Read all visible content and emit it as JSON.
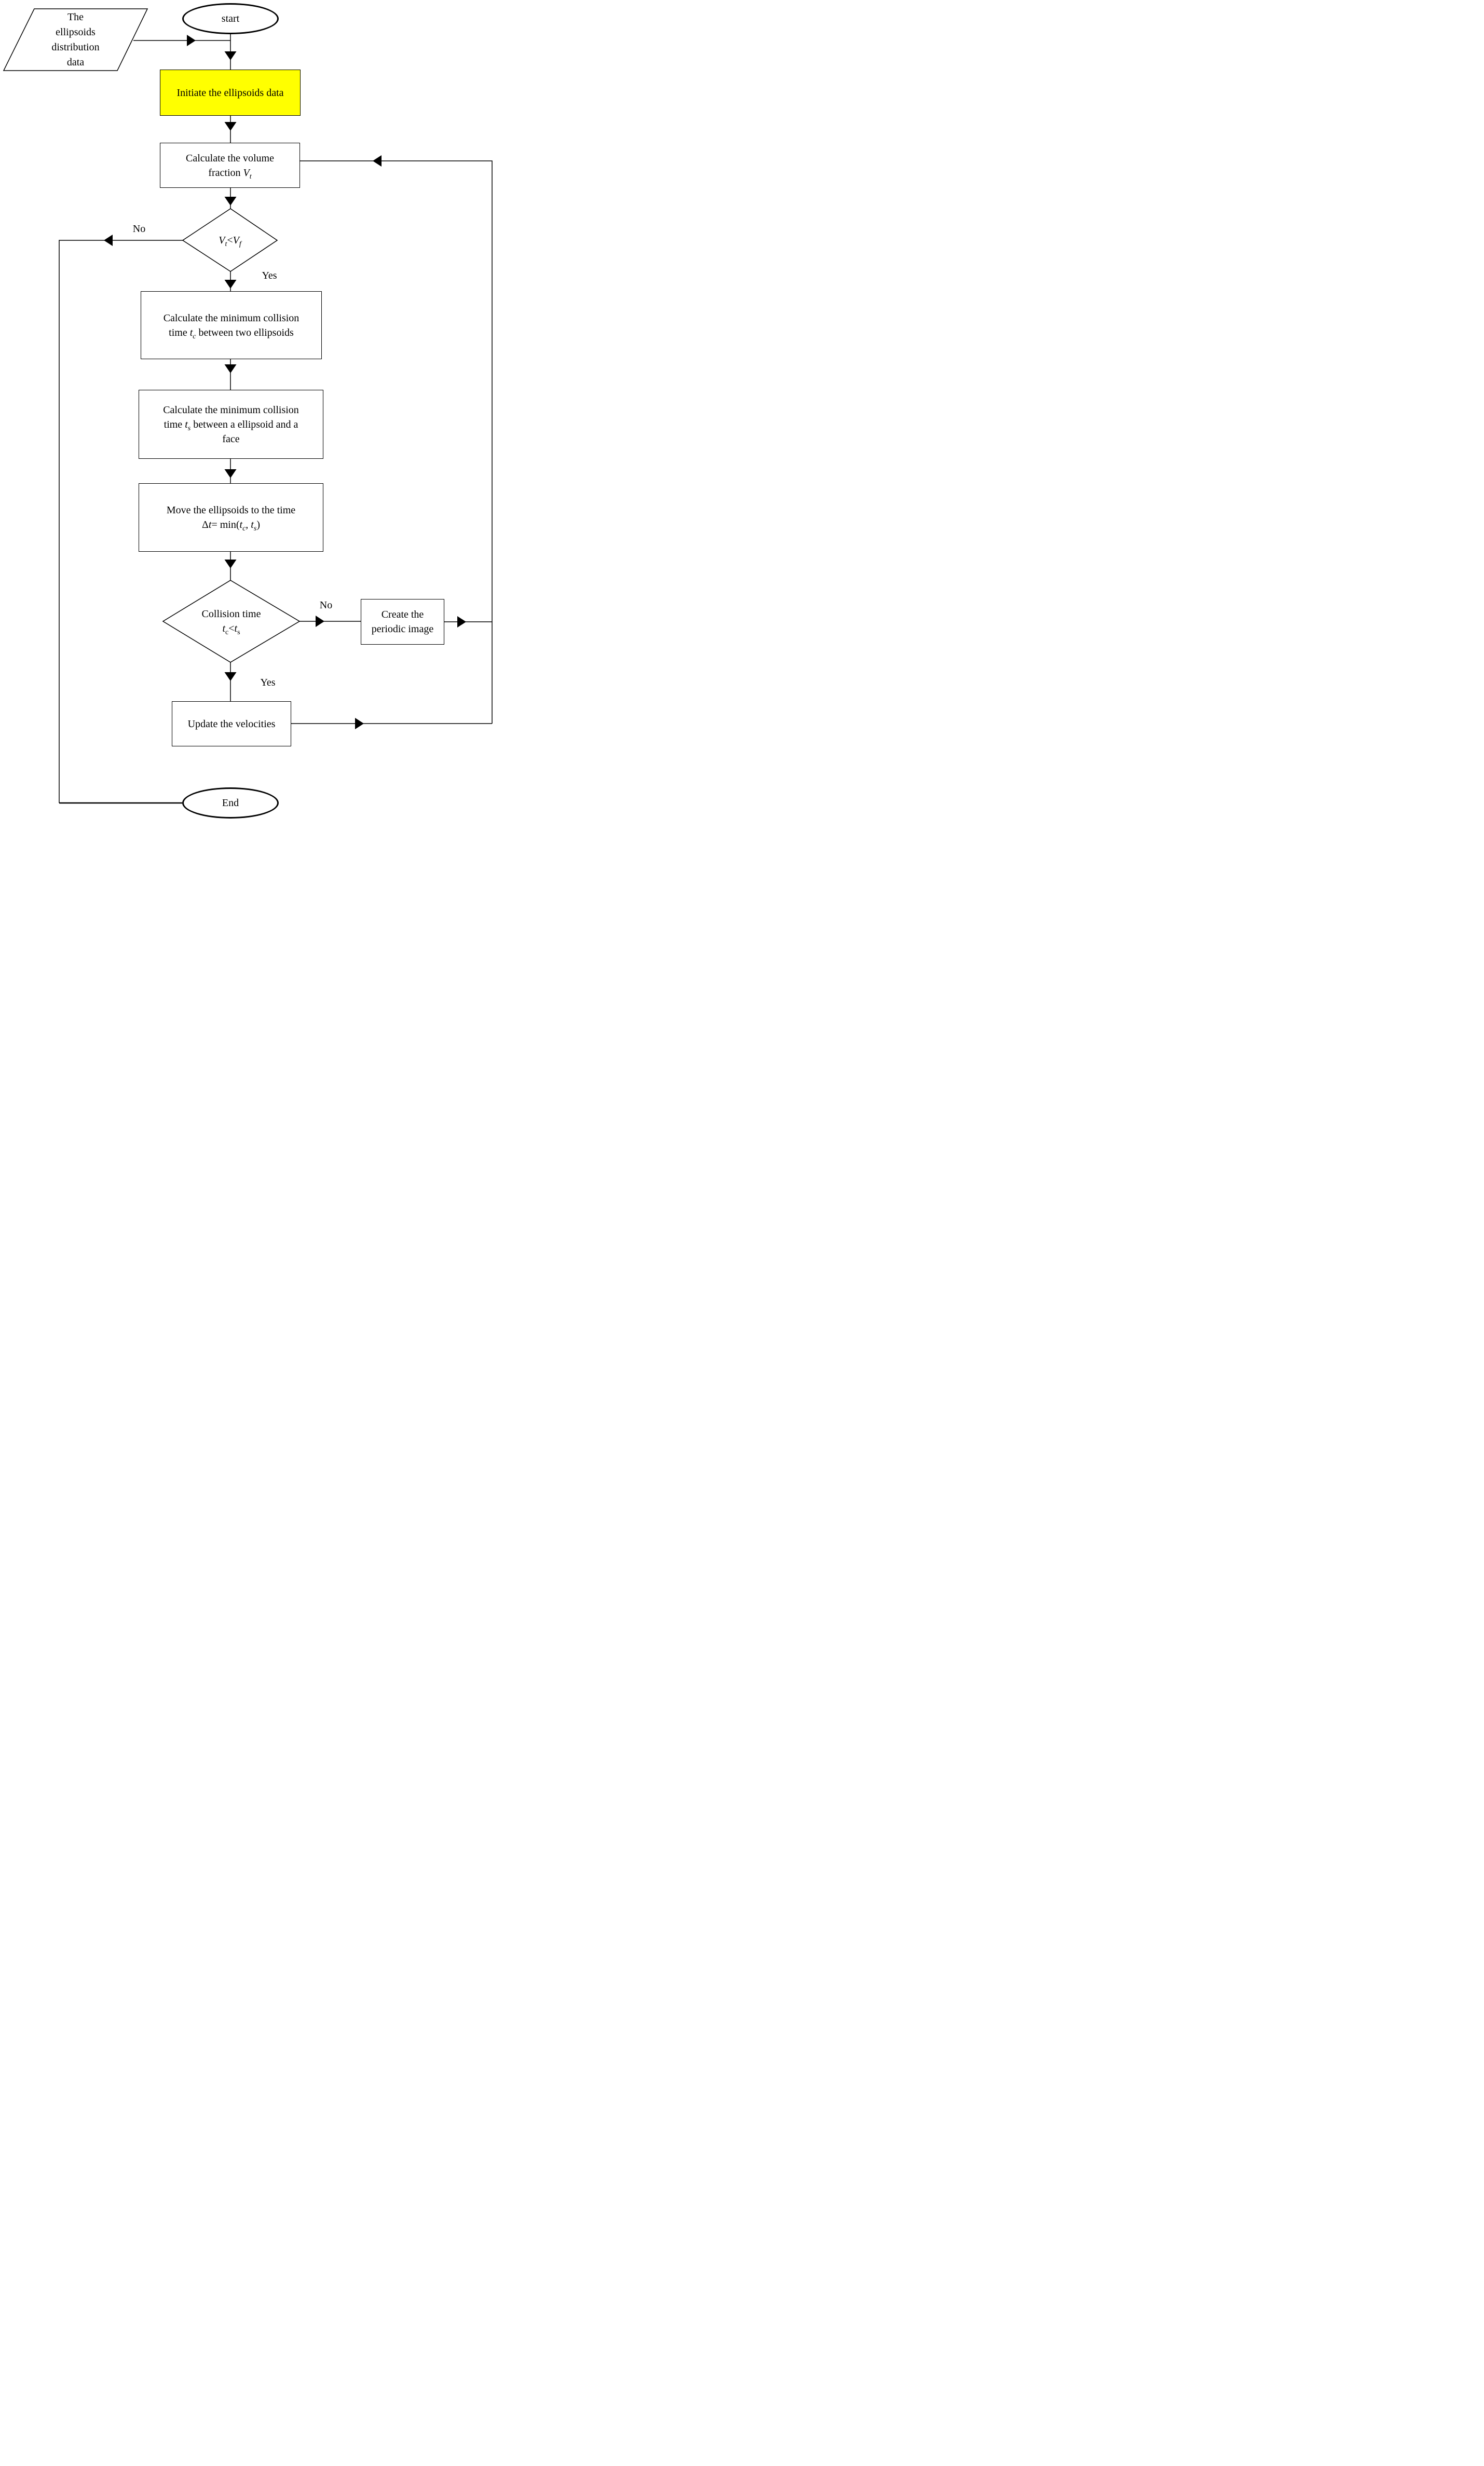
{
  "colors": {
    "highlight_fill": "#FFFF00",
    "line_color": "#000000",
    "shape_fill": "#FFFFFF",
    "background": "#FFFFFF"
  },
  "labels": {
    "volume_no": "No",
    "volume_yes": "Yes",
    "collision_no": "No",
    "collision_yes": "Yes"
  },
  "nodes": {
    "input_data": {
      "shape": "parallelogram",
      "lines": [
        [
          [
            "The",
            ""
          ]
        ],
        [
          [
            "ellipsoids",
            ""
          ]
        ],
        [
          [
            "distribution",
            ""
          ]
        ],
        [
          [
            "data",
            ""
          ]
        ]
      ]
    },
    "start": {
      "shape": "terminator",
      "lines": [
        [
          [
            "start",
            ""
          ]
        ]
      ]
    },
    "init": {
      "shape": "process-highlighted",
      "lines": [
        [
          [
            "Initiate the ellipsoids data",
            ""
          ]
        ]
      ]
    },
    "calc_volume": {
      "shape": "process",
      "lines": [
        [
          [
            "Calculate the volume",
            ""
          ]
        ],
        [
          [
            "fraction ",
            ""
          ],
          [
            "V",
            "i"
          ],
          [
            "t",
            "subi"
          ]
        ]
      ]
    },
    "decision_volume": {
      "shape": "decision",
      "lines": [
        [
          [
            "V",
            "i"
          ],
          [
            "t",
            "subi"
          ],
          [
            "<",
            ""
          ],
          [
            "V",
            "i"
          ],
          [
            "f",
            "subi"
          ]
        ]
      ]
    },
    "calc_tc": {
      "shape": "process",
      "lines": [
        [
          [
            "Calculate the minimum collision",
            ""
          ]
        ],
        [
          [
            "time ",
            ""
          ],
          [
            "t",
            "i"
          ],
          [
            "c",
            "subi"
          ],
          [
            " between two ellipsoids",
            ""
          ]
        ]
      ]
    },
    "calc_ts": {
      "shape": "process",
      "lines": [
        [
          [
            "Calculate the minimum collision",
            ""
          ]
        ],
        [
          [
            "time ",
            ""
          ],
          [
            "t",
            "i"
          ],
          [
            "s",
            "subi"
          ],
          [
            " between a ellipsoid and a",
            ""
          ]
        ],
        [
          [
            "face",
            ""
          ]
        ]
      ]
    },
    "move": {
      "shape": "process",
      "lines": [
        [
          [
            "Move the ellipsoids to the time",
            ""
          ]
        ],
        [
          [
            "Δ",
            ""
          ],
          [
            "t",
            "i"
          ],
          [
            "= min(",
            ""
          ],
          [
            "t",
            "i"
          ],
          [
            "c",
            "subi"
          ],
          [
            ", ",
            ""
          ],
          [
            "t",
            "i"
          ],
          [
            "s",
            "subi"
          ],
          [
            ")",
            ""
          ]
        ]
      ]
    },
    "decision_collision": {
      "shape": "decision",
      "lines": [
        [
          [
            "Collision time",
            ""
          ]
        ],
        [
          [
            "t",
            "i"
          ],
          [
            "c",
            "sub"
          ],
          [
            "<",
            ""
          ],
          [
            "t",
            "i"
          ],
          [
            "s",
            "sub"
          ]
        ]
      ]
    },
    "create_image": {
      "shape": "process",
      "lines": [
        [
          [
            "Create the",
            ""
          ]
        ],
        [
          [
            "periodic image",
            ""
          ]
        ]
      ]
    },
    "update_velocities": {
      "shape": "process",
      "lines": [
        [
          [
            "Update the velocities",
            ""
          ]
        ]
      ]
    },
    "end": {
      "shape": "terminator",
      "lines": [
        [
          [
            "End",
            ""
          ]
        ]
      ]
    }
  }
}
